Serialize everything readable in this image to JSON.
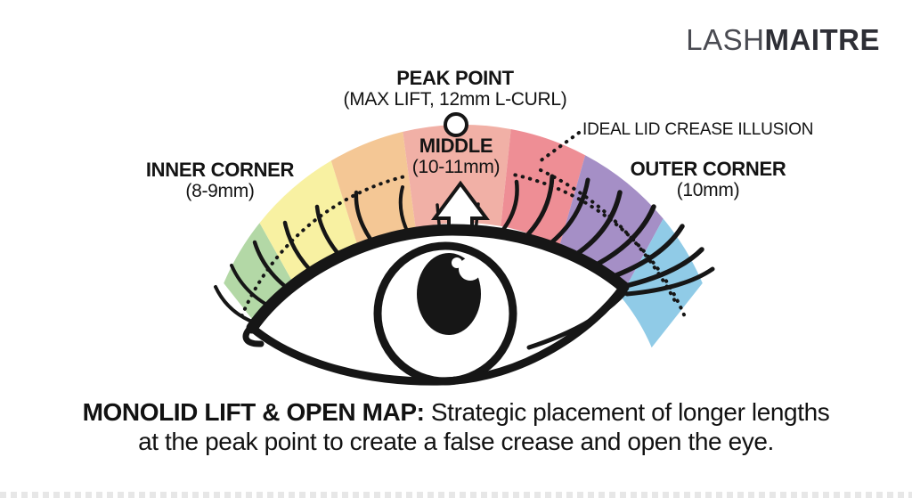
{
  "brand": {
    "name_light": "LASH",
    "name_bold": "MAITRE"
  },
  "annotations": {
    "peak_point_title": "PEAK POINT",
    "peak_point_sub": "(MAX LIFT, 12mm L-CURL)",
    "middle_title": "MIDDLE",
    "middle_sub": "(10-11mm)",
    "inner_title": "INNER CORNER",
    "inner_sub": "(8-9mm)",
    "outer_title": "OUTER CORNER",
    "outer_sub": "(10mm)",
    "crease_label": "IDEAL LID CREASE ILLUSION"
  },
  "caption": {
    "lead": "MONOLID LIFT & OPEN MAP:",
    "line1_rest": " Strategic placement of longer lengths",
    "line2": "at the peak point to create a false crease and open the eye."
  },
  "map_zones": [
    {
      "zone": "green",
      "color": "#b3d8a6",
      "from_deg": -67.0,
      "to_deg": -51.5
    },
    {
      "zone": "yellow",
      "color": "#f8f1a2",
      "from_deg": -51.5,
      "to_deg": -30.5
    },
    {
      "zone": "orange",
      "color": "#f4c795",
      "from_deg": -30.5,
      "to_deg": -13.4
    },
    {
      "zone": "salmon",
      "color": "#f1b0a6",
      "from_deg": -13.4,
      "to_deg": 10.6
    },
    {
      "zone": "rose",
      "color": "#ee8e95",
      "from_deg": 10.6,
      "to_deg": 28.0
    },
    {
      "zone": "purple",
      "color": "#a58fc6",
      "from_deg": 28.0,
      "to_deg": 50.3
    },
    {
      "zone": "blue",
      "color": "#90cbe7",
      "from_deg": 50.3,
      "to_deg": 67.0
    }
  ],
  "colors": {
    "ink": "#161616",
    "text": "#141414",
    "logo_light": "#4a4b52",
    "logo_bold": "#2e2f36"
  }
}
